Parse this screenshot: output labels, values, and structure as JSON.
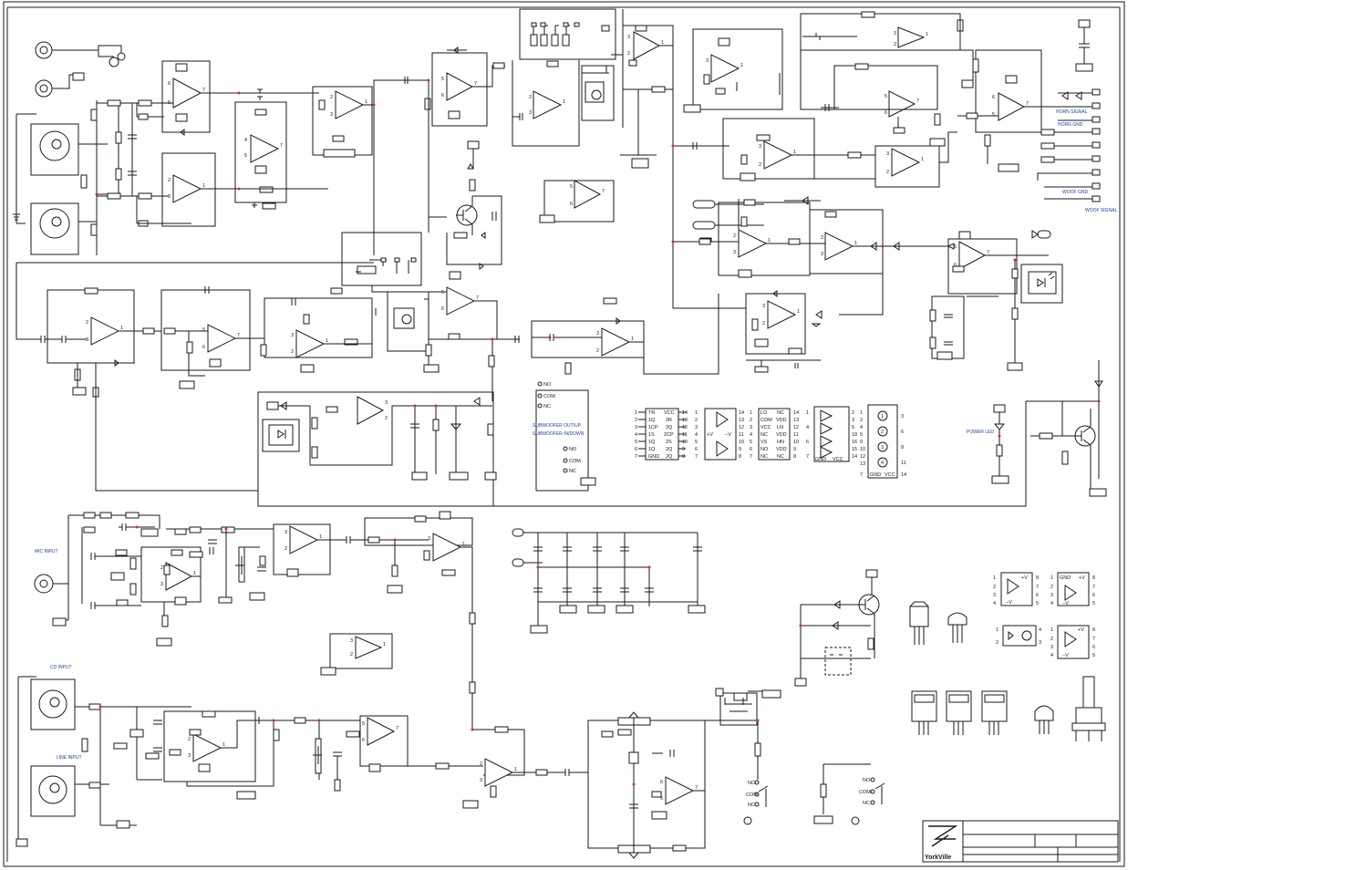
{
  "labels": {
    "horn_signal": "HORN SIGNAL",
    "horn_gnd": "HORN GND",
    "woof_gnd": "WOOF GND",
    "woof_signal": "WOOF SIGNAL",
    "power_led": "POWER LED",
    "sub_out": "SUBWOOFER OUT/UP",
    "sub_in": "SUBWOOFER IN/DOWN",
    "mic_input": "MIC INPUT",
    "cd_input": "CD INPUT",
    "line_input": "LINE INPUT",
    "no": "NO",
    "com": "COM",
    "nc": "NC"
  },
  "ic_pinouts": [
    {
      "left": [
        "TR",
        "1Q",
        "1CP",
        "1S",
        "1Q",
        "1Q",
        "GND"
      ],
      "right": [
        "VCC",
        "2R",
        "2Q",
        "2CP",
        "2S",
        "2Q",
        "2Q"
      ]
    },
    {
      "left": [
        "LO",
        "COM",
        "VCC",
        "NC",
        "VS",
        "NO",
        "NC"
      ],
      "right": [
        "NC",
        "VDD",
        "LN",
        "VDD",
        "HN",
        "VDD",
        "NC"
      ]
    }
  ],
  "opamp_pins": {
    "pos": "+V",
    "neg": "−V",
    "gnd": "GND",
    "vcc": "VCC"
  },
  "title_block": {
    "logo": "YorkVille"
  },
  "colors": {
    "ink": "#1a1a1a",
    "label_blue": "#1a3fa0",
    "junction": "#c0392b",
    "paper": "#ffffff"
  }
}
